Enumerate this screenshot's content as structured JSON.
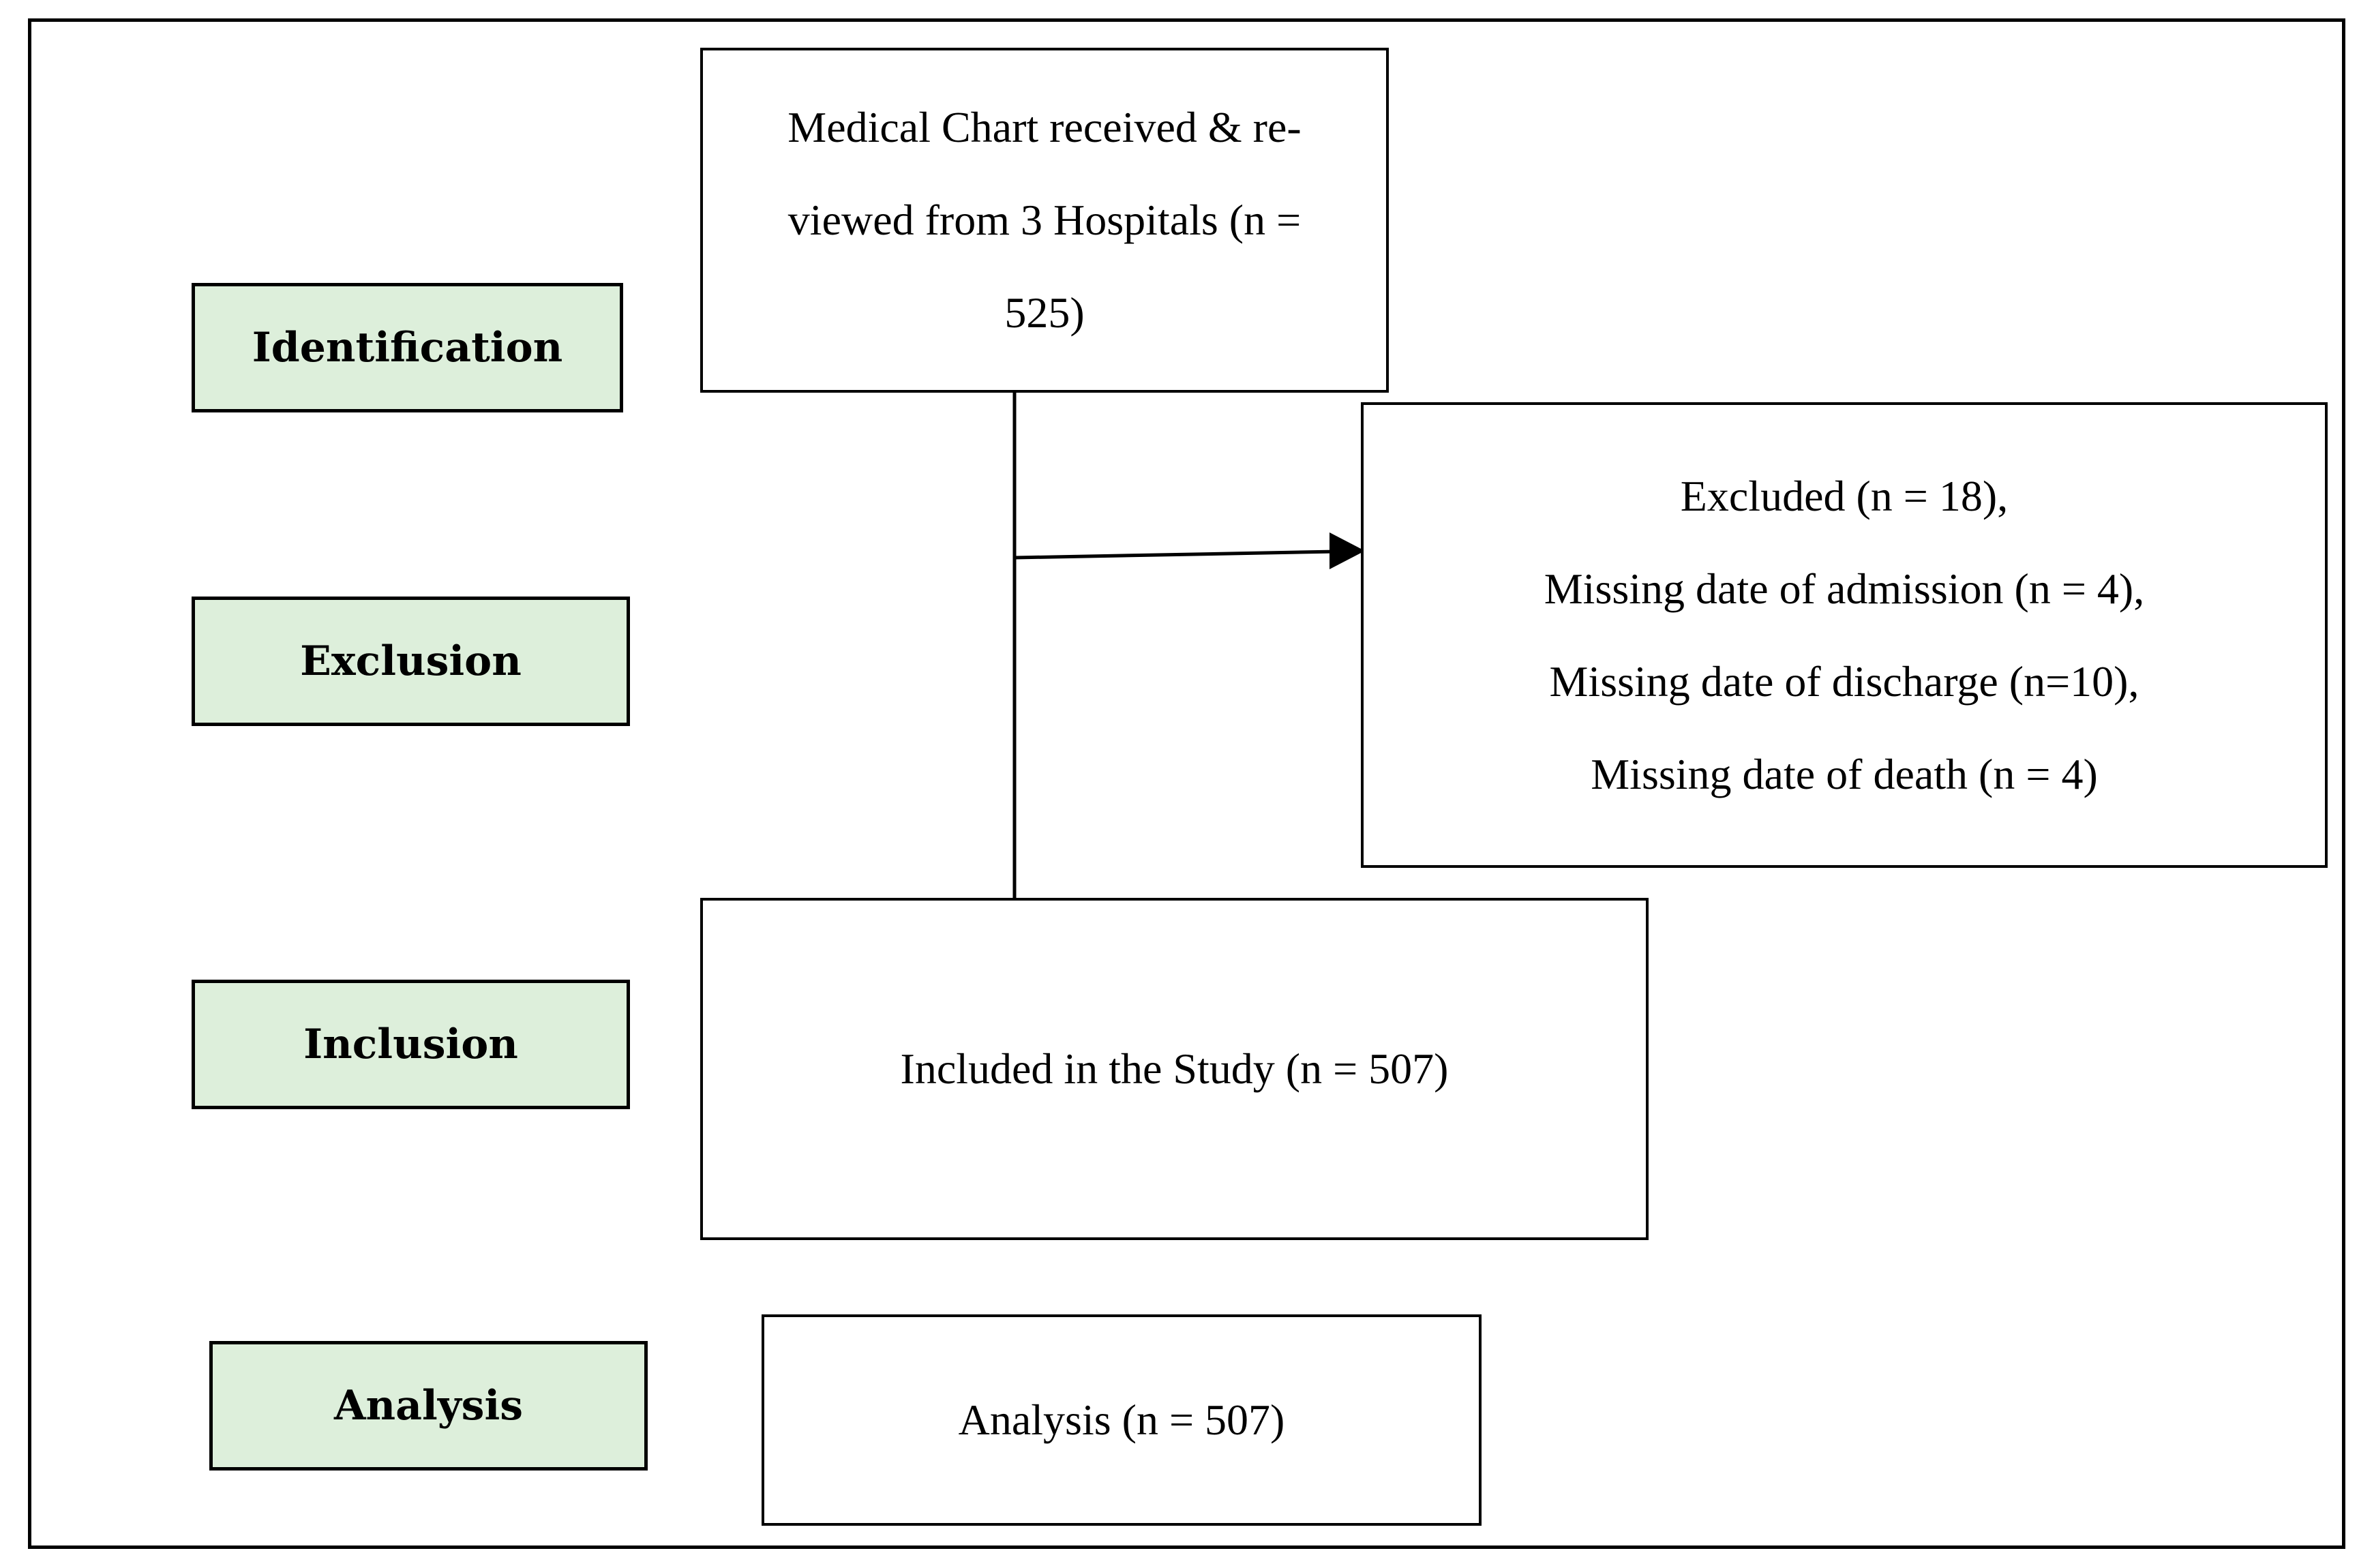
{
  "stages": {
    "identification": "Identification",
    "exclusion": "Exclusion",
    "inclusion": "Inclusion",
    "analysis": "Analysis"
  },
  "boxes": {
    "identification": {
      "lines": [
        "Medical Chart received & re-",
        "viewed from 3 Hospitals (n =",
        "525)"
      ]
    },
    "exclusion": {
      "lines": [
        "Excluded (n = 18),",
        "Missing date of admission (n = 4),",
        "Missing date of discharge (n=10),",
        "Missing date of death (n = 4)"
      ]
    },
    "inclusion": {
      "lines": [
        "Included in the Study (n = 507)"
      ]
    },
    "analysis": {
      "lines": [
        "Analysis (n = 507)"
      ]
    }
  },
  "colors": {
    "stage_fill": "#ddefdb",
    "border": "#000000",
    "background": "#ffffff"
  }
}
